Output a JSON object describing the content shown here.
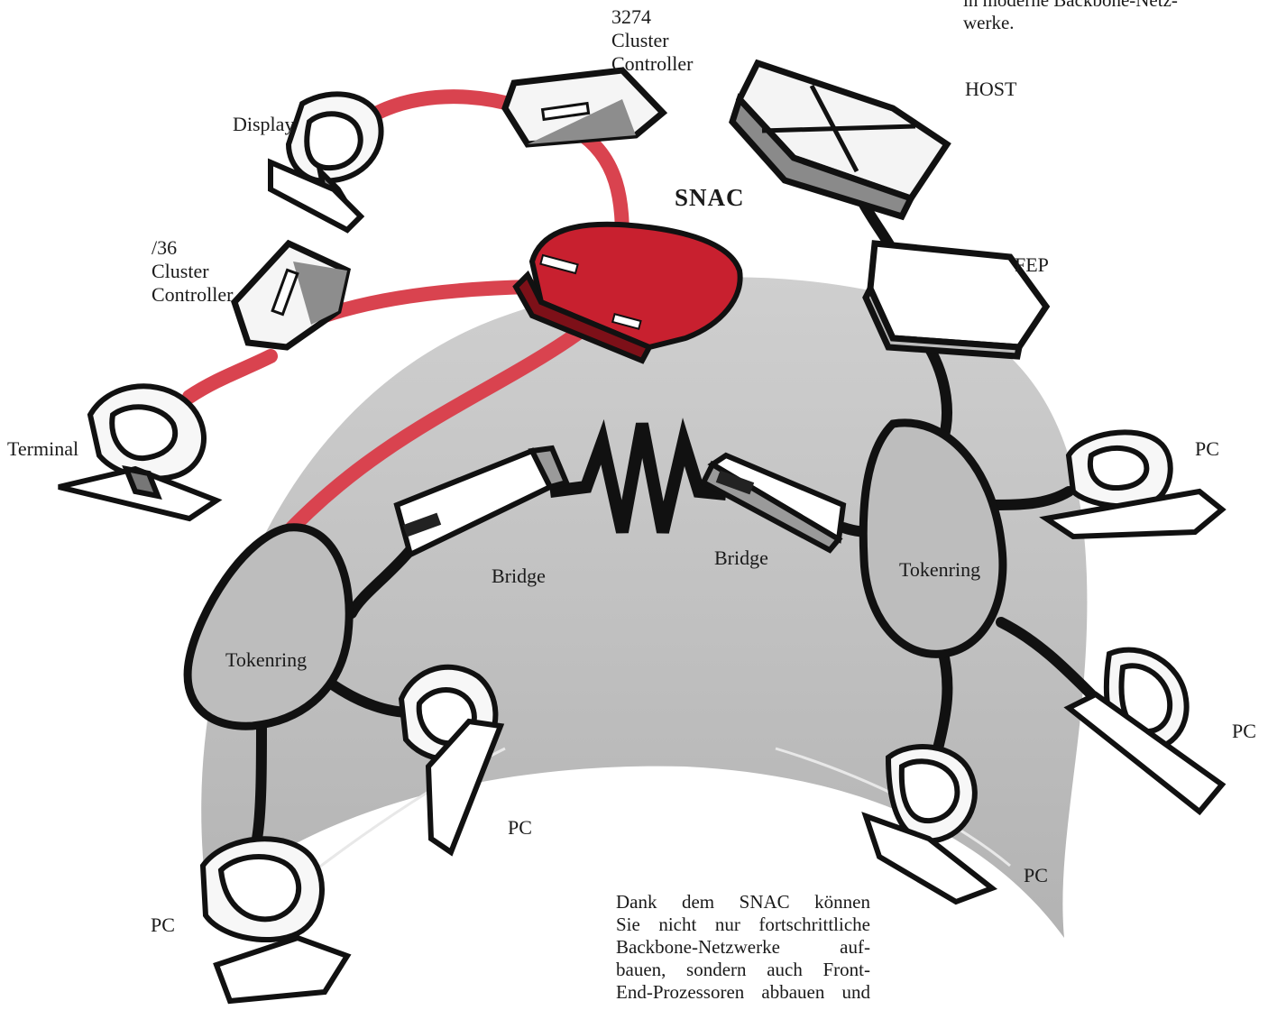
{
  "labels": {
    "controller_3274": [
      "3274",
      "Cluster",
      "Controller"
    ],
    "host": "HOST",
    "display": "Display",
    "snac": "SNAC",
    "controller_36": [
      "/36",
      "Cluster",
      "Controller"
    ],
    "fep": "FEP",
    "terminal": "Terminal",
    "pc_right_top": "PC",
    "bridge_left": "Bridge",
    "bridge_right": "Bridge",
    "tokenring_right": "Tokenring",
    "tokenring_left": "Tokenring",
    "pc_right_mid": "PC",
    "pc_center": "PC",
    "pc_right_bottom": "PC",
    "pc_left_bottom": "PC"
  },
  "top_note": [
    "in moderne Backbone-Netz-",
    "werke."
  ],
  "caption": [
    "Dank dem SNAC können",
    "Sie nicht nur fortschrittliche",
    "Backbone-Netzwerke auf-",
    "bauen, sondern auch Front-",
    "End-Prozessoren abbauen und"
  ],
  "colors": {
    "snac_red": "#c8202f",
    "link_red": "#d9434f",
    "shade_gray": "#b9b9b9",
    "outline": "#111111"
  }
}
